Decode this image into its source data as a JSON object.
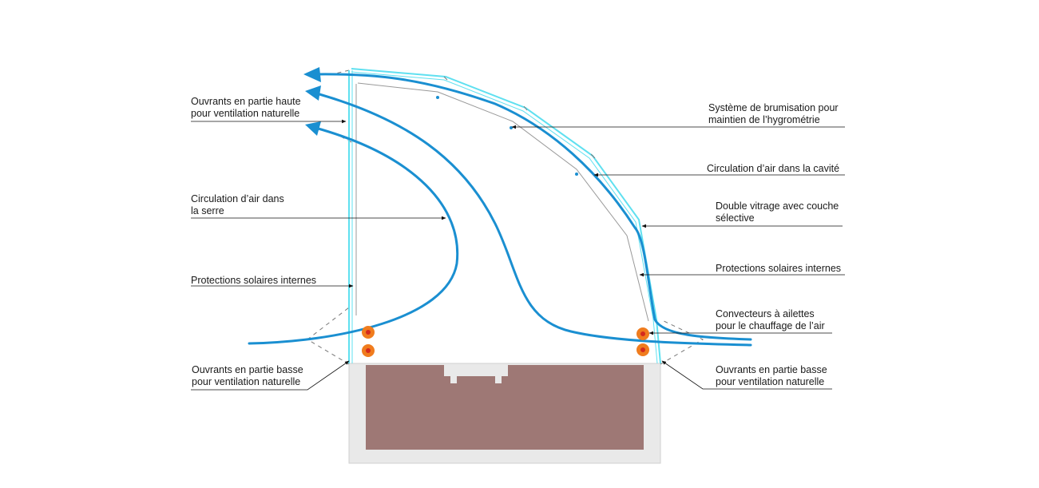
{
  "labels": {
    "left_top": [
      "Ouvrants en partie haute",
      "pour ventilation naturelle"
    ],
    "left_circulation": [
      "Circulation d’air dans",
      "la serre"
    ],
    "left_protections": [
      "Protections solaires internes"
    ],
    "left_bottom": [
      "Ouvrants en partie basse",
      "pour ventilation naturelle"
    ],
    "right_brumisation": [
      "Système de brumisation pour",
      "maintien de l’hygrométrie"
    ],
    "right_cavite": [
      "Circulation d’air dans la cavité"
    ],
    "right_vitrage": [
      "Double vitrage avec couche",
      "sélective"
    ],
    "right_protections": [
      "Protections solaires internes"
    ],
    "right_convecteurs": [
      "Convecteurs à ailettes",
      "pour le chauffage de l’air"
    ],
    "right_bottom": [
      "Ouvrants en partie basse",
      "pour ventilation naturelle"
    ]
  },
  "colors": {
    "air_flow": "#1a8fd1",
    "glazing": "#5fe0f0",
    "convector_outer": "#f07c1e",
    "convector_inner": "#d42a1e",
    "soil": "#9e7875",
    "planter": "#e9e9e9",
    "leader": "#111111",
    "screen": "#999999"
  }
}
